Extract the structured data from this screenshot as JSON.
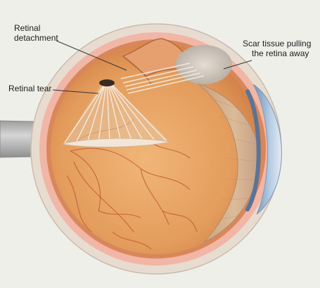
{
  "labels": {
    "retinal_detachment": [
      "Retinal",
      "detachment"
    ],
    "retinal_tear": "Retinal tear",
    "scar_tissue": [
      "Scar tissue pulling",
      "the retina away"
    ]
  },
  "colors": {
    "background": "#efefea",
    "sclera": "#e7dccf",
    "choroid": "#f1b6a6",
    "vitreous": "#e4a061",
    "lens": "#d4b291",
    "cornea": "#8ea8c6",
    "vessel": "#c2542f",
    "optic_nerve": "#bcbcbc",
    "scar_tissue": "#d9d4cc"
  }
}
